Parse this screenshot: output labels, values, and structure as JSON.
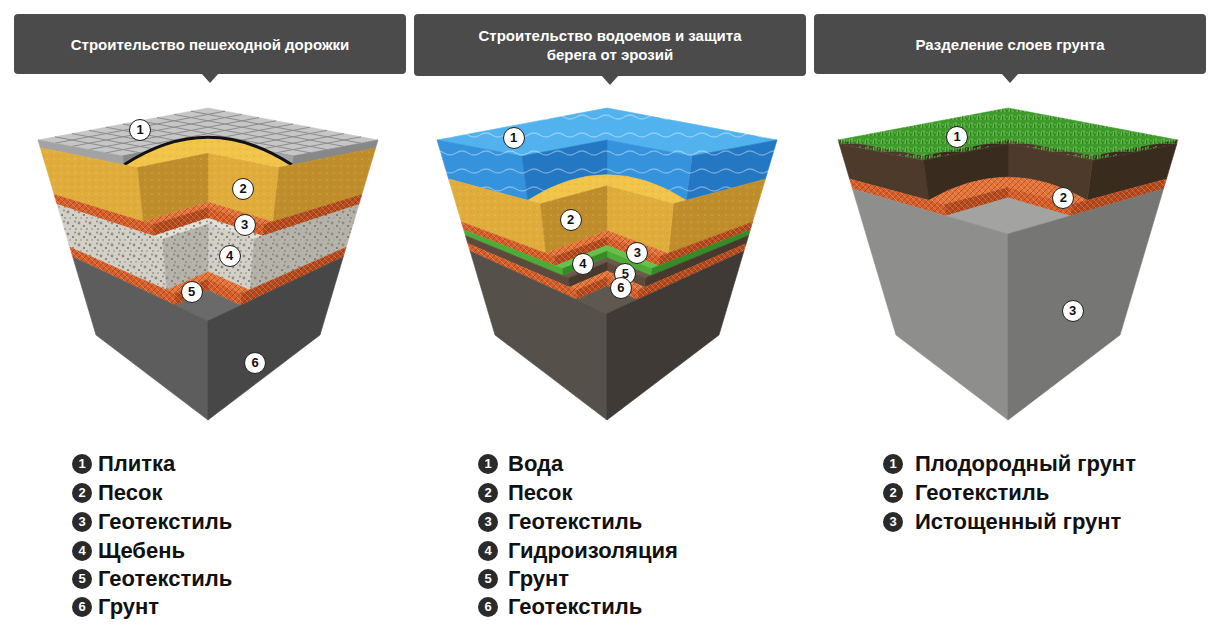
{
  "diagram": {
    "nodes": [
      {
        "text": [
          "Строительство пешеходной дорожки"
        ]
      },
      {
        "text": [
          "Строительство водоемов и защита берега от эрозий"
        ]
      },
      {
        "text": [
          "Разделение слоев грунта"
        ]
      }
    ],
    "labels": [
      "1",
      "2",
      "3",
      "4",
      "5",
      "6",
      "1",
      "Плитка",
      "2",
      "Песок",
      "3",
      "Геотекстиль",
      "4",
      "Щебень",
      "5",
      "Геотекстиль",
      "6",
      "Грунт",
      "1",
      "2",
      "3",
      "4",
      "5",
      "6",
      "1",
      "Вода",
      "2",
      "Песок",
      "3",
      "Геотекстиль",
      "4",
      "Гидроизоляция",
      "5",
      "Грунт",
      "6",
      "Геотекстиль",
      "1",
      "2",
      "3",
      "1",
      "Плодородный грунт",
      "2",
      "Геотекстиль",
      "3",
      "Истощенный грунт"
    ]
  }
}
